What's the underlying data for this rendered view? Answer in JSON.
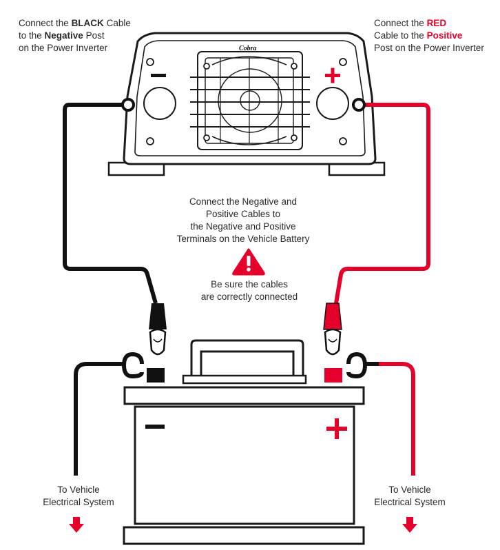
{
  "labels": {
    "black_cable": {
      "line1_pre": "Connect the ",
      "line1_bold": "BLACK",
      "line1_post": " Cable",
      "line2_pre": "to the ",
      "line2_bold": "Negative",
      "line2_post": " Post",
      "line3": "on the Power Inverter"
    },
    "red_cable": {
      "line1_pre": "Connect the ",
      "line1_bold": "RED",
      "line2_pre": "Cable to the ",
      "line2_bold": "Positive",
      "line3": "Post on the Power Inverter"
    },
    "terminals": {
      "line1": "Connect the Negative and",
      "line2": "Positive Cables to",
      "line3": "the Negative and Positive",
      "line4": "Terminals on the Vehicle Battery"
    },
    "warning": {
      "line1": "Be sure the cables",
      "line2": "are correctly connected"
    },
    "left_system": {
      "line1": "To Vehicle",
      "line2": "Electrical System"
    },
    "right_system": {
      "line1": "To Vehicle",
      "line2": "Electrical System"
    }
  },
  "inverter": {
    "brand": "Cobra",
    "negative_symbol": "−",
    "positive_symbol": "+"
  },
  "battery": {
    "negative_symbol": "−",
    "positive_symbol": "+"
  },
  "colors": {
    "red": "#e4002b",
    "black": "#111111",
    "outline": "#1a1a1a"
  },
  "icons": {
    "warning": "warning-triangle-icon",
    "arrow": "down-arrow-icon"
  }
}
